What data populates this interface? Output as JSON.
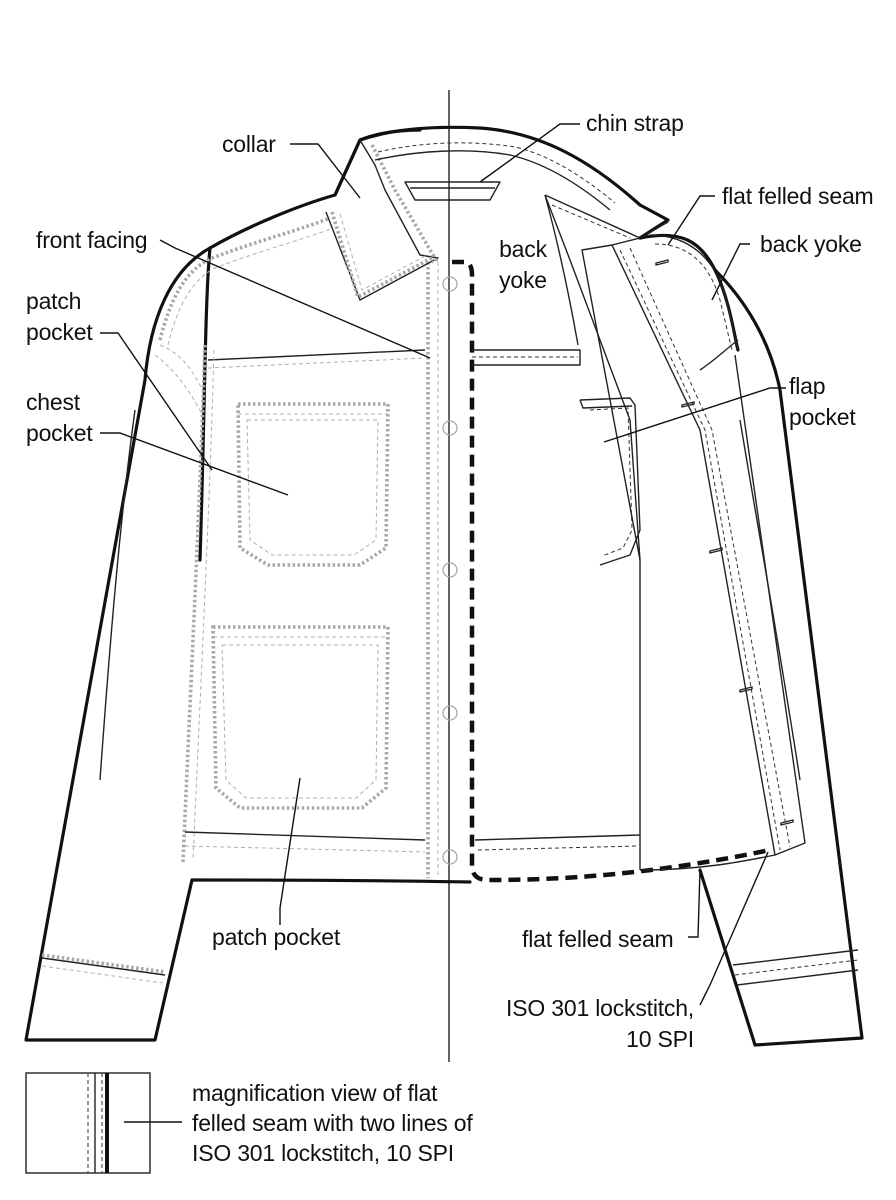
{
  "labels": {
    "collar": "collar",
    "chin_strap": "chin strap",
    "flat_felled_seam_top": "flat felled seam",
    "front_facing": "front facing",
    "back_yoke_inner": [
      "back",
      "yoke"
    ],
    "back_yoke_outer": "back yoke",
    "patch_pocket_upper": [
      "patch",
      "pocket"
    ],
    "chest_pocket": [
      "chest",
      "pocket"
    ],
    "flap_pocket": [
      "flap",
      "pocket"
    ],
    "patch_pocket_lower": "patch pocket",
    "flat_felled_seam_bottom": "flat felled seam",
    "lockstitch": [
      "ISO 301 lockstitch,",
      "10 SPI"
    ],
    "magnification": [
      "magnification view of flat",
      "felled seam with two lines of",
      "ISO 301 lockstitch, 10 SPI"
    ]
  },
  "colors": {
    "line": "#111111",
    "hidden_line": "#a8a8a8",
    "background": "#ffffff"
  }
}
